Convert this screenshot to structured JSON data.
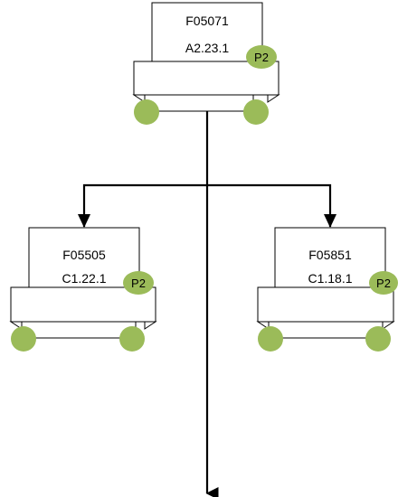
{
  "colors": {
    "line": "#000000",
    "badge_fill": "#9bbb59",
    "background": "#ffffff"
  },
  "nodes": {
    "top": {
      "code": "F05071",
      "version": "A2.23.1",
      "badge": "P2"
    },
    "left": {
      "code": "F05505",
      "version": "C1.22.1",
      "badge": "P2"
    },
    "right": {
      "code": "F05851",
      "version": "C1.18.1",
      "badge": "P2"
    }
  }
}
